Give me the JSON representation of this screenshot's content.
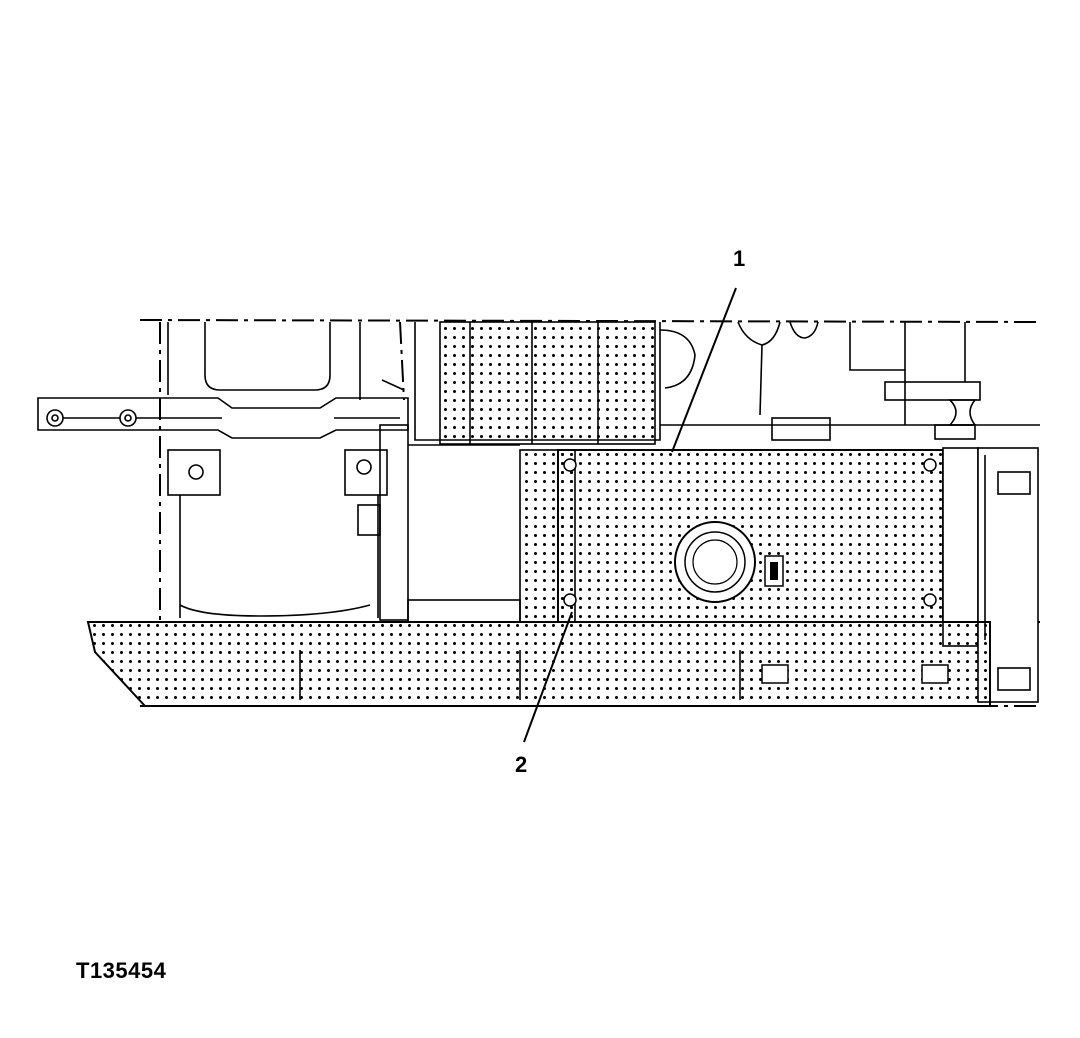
{
  "figure_id": "T135454",
  "callouts": [
    {
      "label": "1"
    },
    {
      "label": "2"
    }
  ],
  "colors": {
    "line": "#000000",
    "background": "#ffffff"
  }
}
